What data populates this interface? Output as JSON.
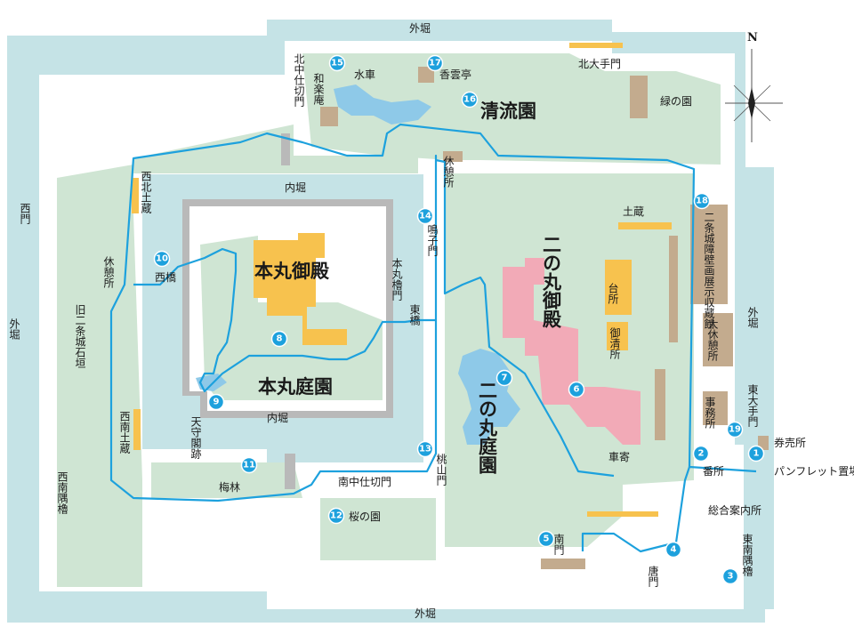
{
  "compass": {
    "north": "N"
  },
  "moats": {
    "outer": "外堀",
    "inner": "内堀"
  },
  "areas": {
    "honmaru_palace": "本丸御殿",
    "honmaru_garden": "本丸庭園",
    "ninomaru_palace": "二の丸御殿",
    "ninomaru_garden": "二の丸庭園",
    "seiryu_en": "清流園",
    "midori_no_sono": "緑の園",
    "sakura_no_sono": "桜の園",
    "umebayashi": "梅林",
    "daidokoro": "台所",
    "okiyosho": "御清所",
    "exhibition_hall": "二条城障壁画展示収蔵館",
    "big_rest_area": "大休憩所",
    "office": "事務所",
    "ticket": "券売所",
    "pamphlet": "パンフレット置場",
    "info": "総合案内所",
    "kuruma_yose": "車寄",
    "bansho": "番所",
    "dozo": "土蔵"
  },
  "gates": {
    "nishi_mon": "西門",
    "kita_ote_mon": "北大手門",
    "higashi_ote_mon": "東大手門",
    "kara_mon": "唐門",
    "minami_mon": "南門",
    "momoyama_mon": "桃山門",
    "nanchu_shikiri_mon": "南中仕切門",
    "hokuchu_shikiri_mon": "北中仕切門",
    "nishi_bashi": "西橋",
    "higashi_bashi": "東橋",
    "honmaru_yagura_mon": "本丸櫓門",
    "meiko_mon": "鳴子門"
  },
  "structures": {
    "tenshukaku_ato": "天守閣跡",
    "seinan_dozo": "西南土蔵",
    "seihoku_dozo": "西北土蔵",
    "seinan_sumi_yagura": "西南隅櫓",
    "tonan_sumi_yagura": "東南隅櫓",
    "old_stone_wall": "旧二条城石垣",
    "wagaku_an": "和楽庵",
    "kounn_tei": "香雲亭",
    "suisha": "水車",
    "rest_west": "休憩所",
    "rest_north": "休憩所"
  },
  "stops": [
    {
      "n": "1"
    },
    {
      "n": "2"
    },
    {
      "n": "3"
    },
    {
      "n": "4"
    },
    {
      "n": "5"
    },
    {
      "n": "6"
    },
    {
      "n": "7"
    },
    {
      "n": "8"
    },
    {
      "n": "9"
    },
    {
      "n": "10"
    },
    {
      "n": "11"
    },
    {
      "n": "12"
    },
    {
      "n": "13"
    },
    {
      "n": "14"
    },
    {
      "n": "15"
    },
    {
      "n": "16"
    },
    {
      "n": "17"
    },
    {
      "n": "18"
    },
    {
      "n": "19"
    }
  ],
  "colors": {
    "moat": "#c5e3e6",
    "ground": "#ffffff",
    "grass": "#cfe5d3",
    "route": "#1da1dd",
    "stop": "#1da1dd",
    "palace_gold": "#f7c24e",
    "ninomaru_palace_pink": "#f2aab7",
    "building_brown": "#c3ab8e",
    "wall_gray": "#b9b9b9"
  }
}
